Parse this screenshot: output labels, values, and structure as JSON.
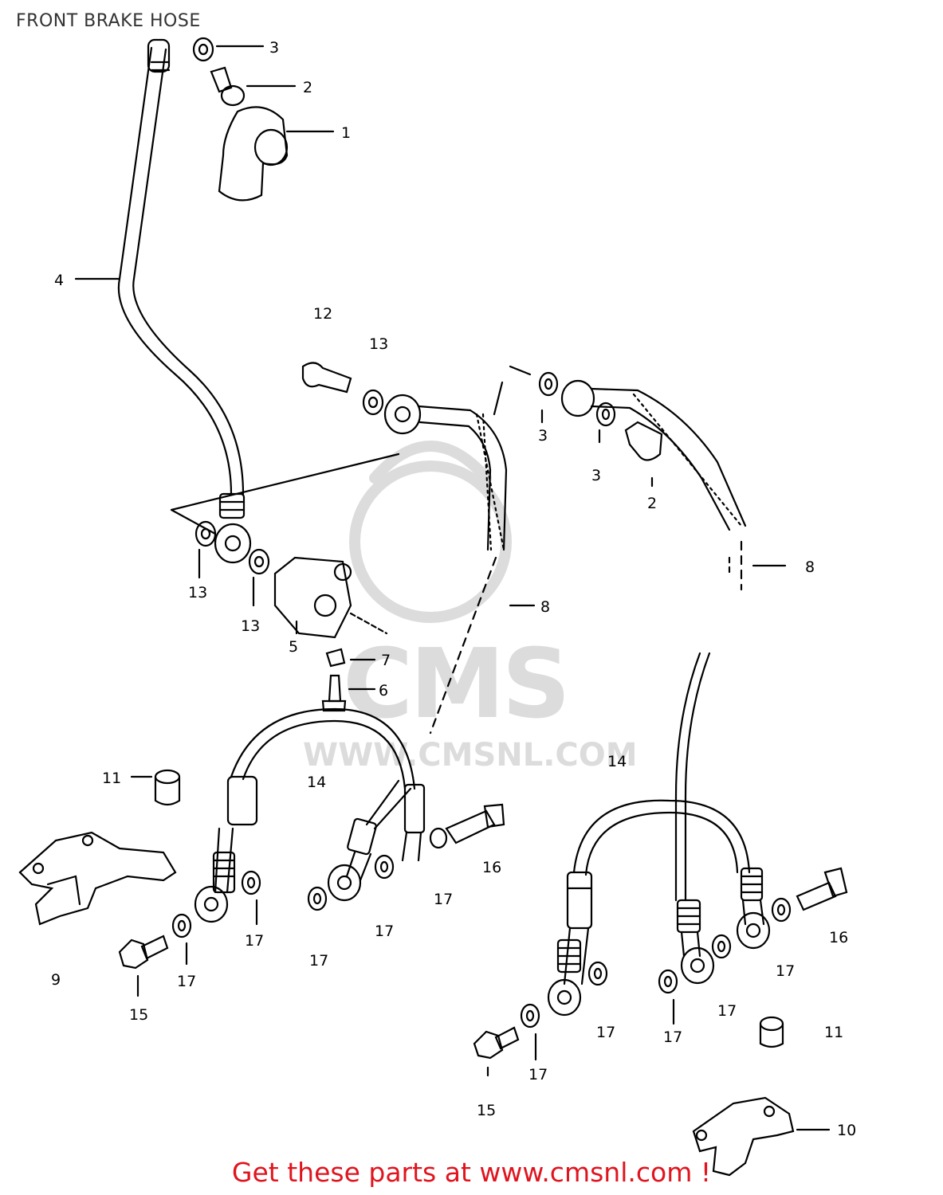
{
  "title": "FRONT BRAKE HOSE",
  "footer": "Get these parts at www.cmsnl.com !",
  "watermark": {
    "logo": "CMS",
    "url": "WWW.CMSNL.COM"
  },
  "callouts": [
    "1",
    "2",
    "3",
    "4",
    "5",
    "6",
    "7",
    "8",
    "9",
    "10",
    "11",
    "12",
    "13",
    "14",
    "15",
    "16",
    "17"
  ],
  "colors": {
    "footer": "#e0141e",
    "line": "#000000",
    "watermark": "#dcdcdc"
  }
}
